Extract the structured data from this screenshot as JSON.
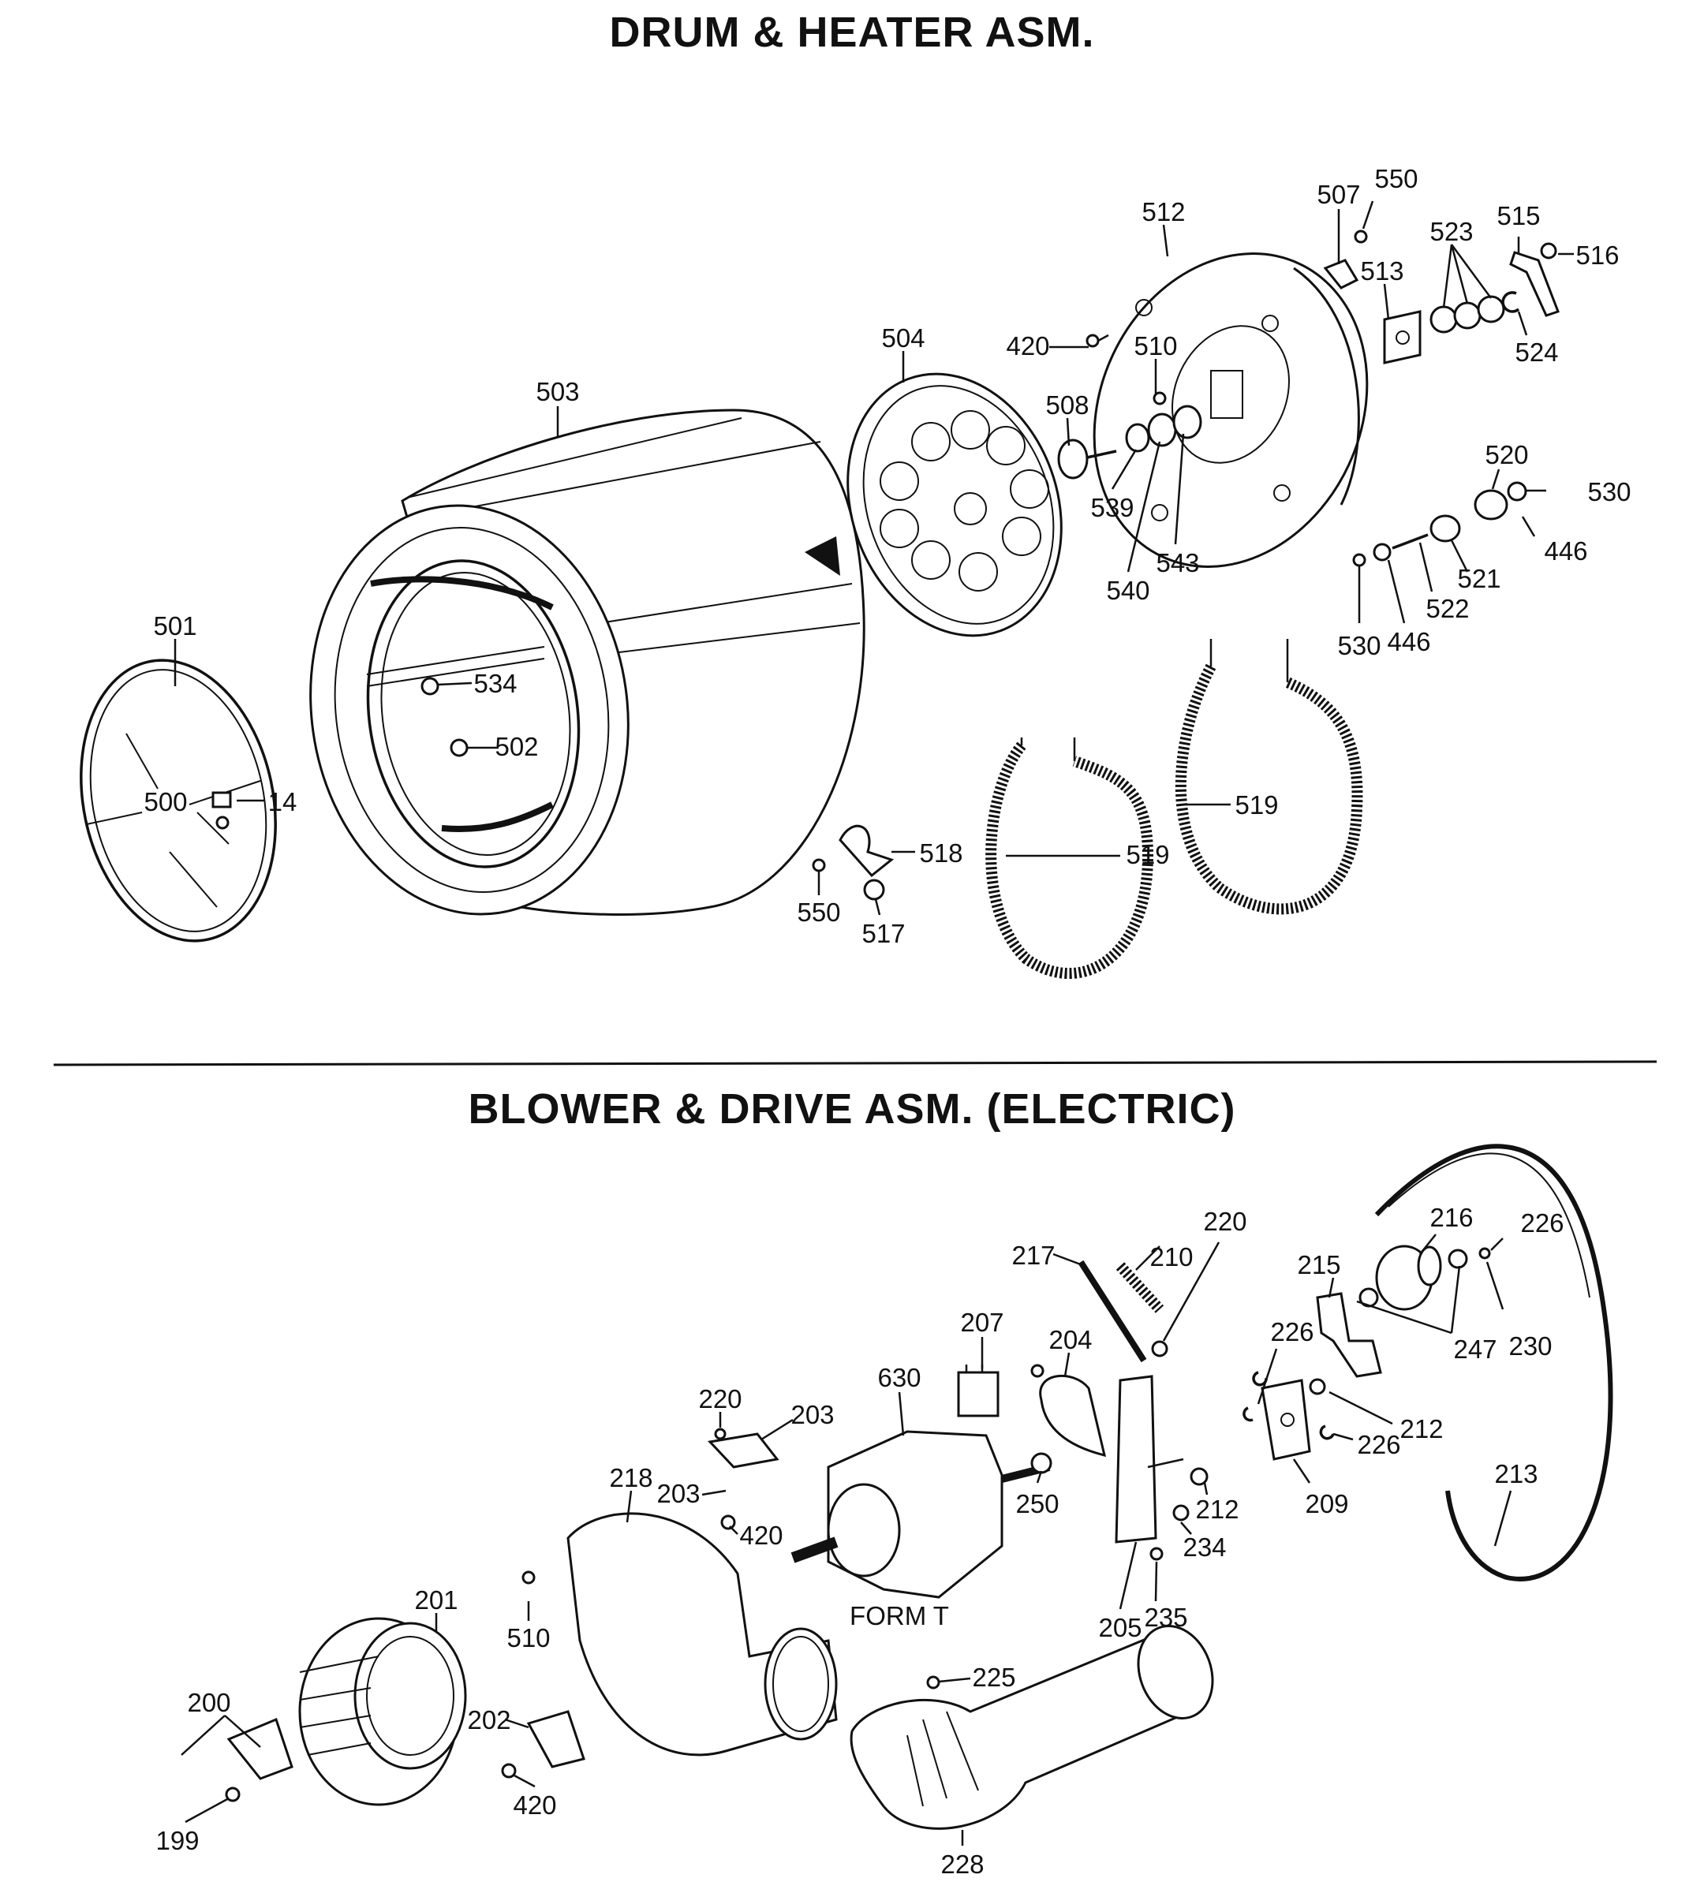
{
  "titles": {
    "top": "DRUM & HEATER ASM.",
    "bottom": "BLOWER & DRIVE ASM. (ELECTRIC)"
  },
  "notes": {
    "form": "FORM T"
  },
  "callouts": [
    "501",
    "500",
    "14",
    "503",
    "534",
    "502",
    "504",
    "420",
    "510",
    "508",
    "539",
    "540",
    "543",
    "512",
    "507",
    "550",
    "513",
    "523",
    "515",
    "516",
    "524",
    "520",
    "530",
    "446",
    "521",
    "522",
    "530",
    "446",
    "519",
    "519",
    "518",
    "550",
    "517",
    "217",
    "210",
    "220",
    "207",
    "204",
    "630",
    "220",
    "203",
    "203",
    "420",
    "250",
    "218",
    "201",
    "200",
    "199",
    "202",
    "420",
    "510",
    "225",
    "228",
    "205",
    "235",
    "234",
    "212",
    "216",
    "226",
    "215",
    "226",
    "247",
    "230",
    "212",
    "226",
    "209",
    "213"
  ]
}
